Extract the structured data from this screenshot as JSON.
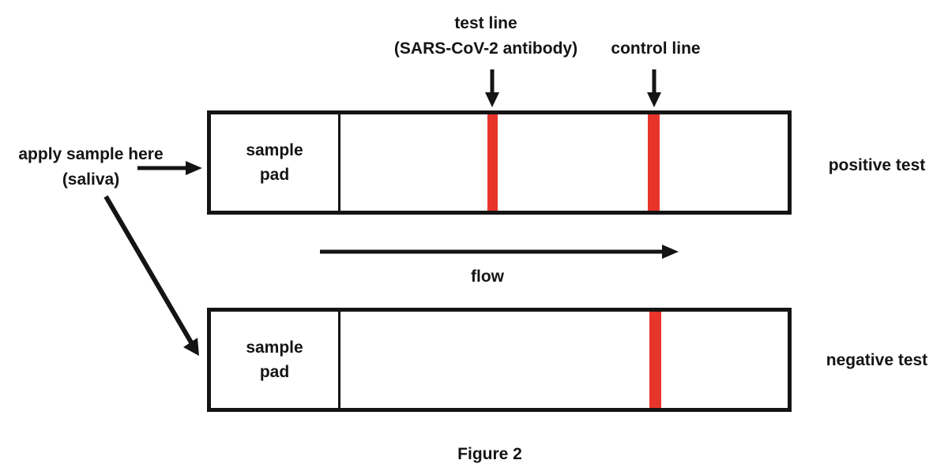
{
  "figure": {
    "caption": "Figure 2"
  },
  "colors": {
    "ink": "#141414",
    "stripe_red": "#e8352c",
    "background": "#ffffff"
  },
  "callouts": {
    "test_line": {
      "line1": "test line",
      "line2": "(SARS-CoV-2 antibody)"
    },
    "control_line": "control line",
    "apply_sample": {
      "line1": "apply sample here",
      "line2": "(saliva)"
    },
    "flow": "flow"
  },
  "icons": {
    "test_line_arrow": "down-arrow",
    "control_line_arrow": "down-arrow",
    "apply_sample_arrow": "right-arrow",
    "apply_sample_diagonal_arrow": "down-right-arrow",
    "flow_arrow": "right-arrow"
  },
  "strips": {
    "positive": {
      "pad": {
        "line1": "sample",
        "line2": "pad"
      },
      "stripes": [
        "test line",
        "control line"
      ],
      "result": "positive test"
    },
    "negative": {
      "pad": {
        "line1": "sample",
        "line2": "pad"
      },
      "stripes": [
        "control line"
      ],
      "result": "negative test"
    }
  }
}
